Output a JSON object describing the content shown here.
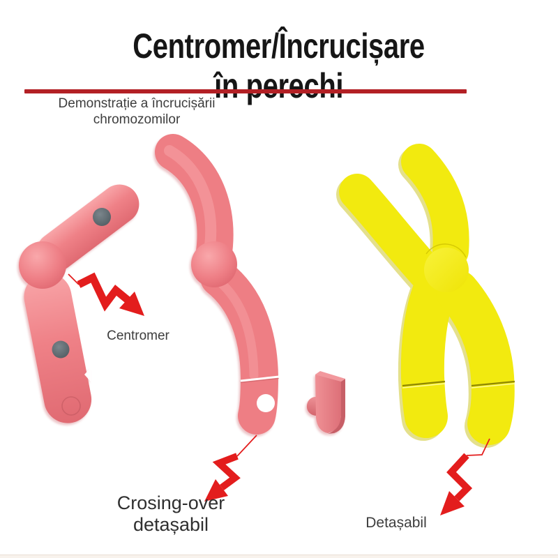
{
  "title": {
    "line1": "Centromer/Încrucișare",
    "line2": "în perechi"
  },
  "subtitle": {
    "line1": "Demonstrație a încrucișării",
    "line2": "chromozomilor"
  },
  "annotations": {
    "centromere": {
      "label": "Centromer"
    },
    "crossing_over": {
      "label_line1": "Crosing-over",
      "label_line2": "detașabil"
    },
    "detachable": {
      "label": "Detașabil"
    }
  },
  "icons": {
    "pointer_centromere": "zigzag-arrow-icon",
    "pointer_crossing_over": "zigzag-arrow-icon",
    "pointer_detachable": "zigzag-arrow-icon"
  },
  "colors": {
    "divider-red": "#b32025",
    "arrow-red": "#e31d1d",
    "chromosome-pink": "#ee7e84",
    "chromosome-pink-light": "#f7a0a3",
    "chromosome-pink-dark": "#d8646c",
    "chromosome-yellow": "#f2ea0f",
    "chromosome-yellow-light": "#f9f455",
    "chromosome-yellow-dark": "#d2c600",
    "peg-gray": "#5d676b",
    "title-text": "#161616",
    "body-text": "#3d3d3d",
    "bottom-strip": "#f8f2ec"
  }
}
